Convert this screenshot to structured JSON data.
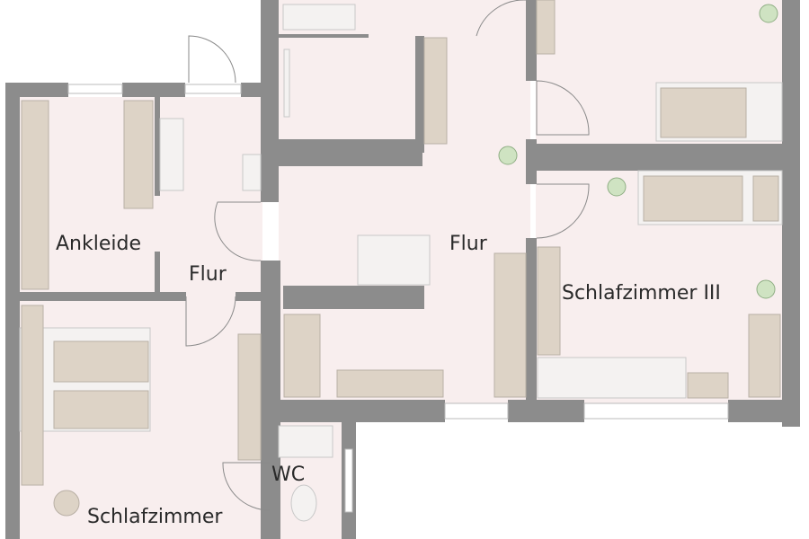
{
  "rooms": {
    "ankleide": "Ankleide",
    "flur_left": "Flur",
    "flur_center": "Flur",
    "schlafzimmer_3": "Schlafzimmer III",
    "wc": "WC",
    "schlafzimmer_bottom": "Schlafzimmer"
  },
  "colors": {
    "wall": "#8c8c8c",
    "floor": "#f8eeee",
    "furniture": "#ddd3c6",
    "plant": "#cfe3c2"
  }
}
